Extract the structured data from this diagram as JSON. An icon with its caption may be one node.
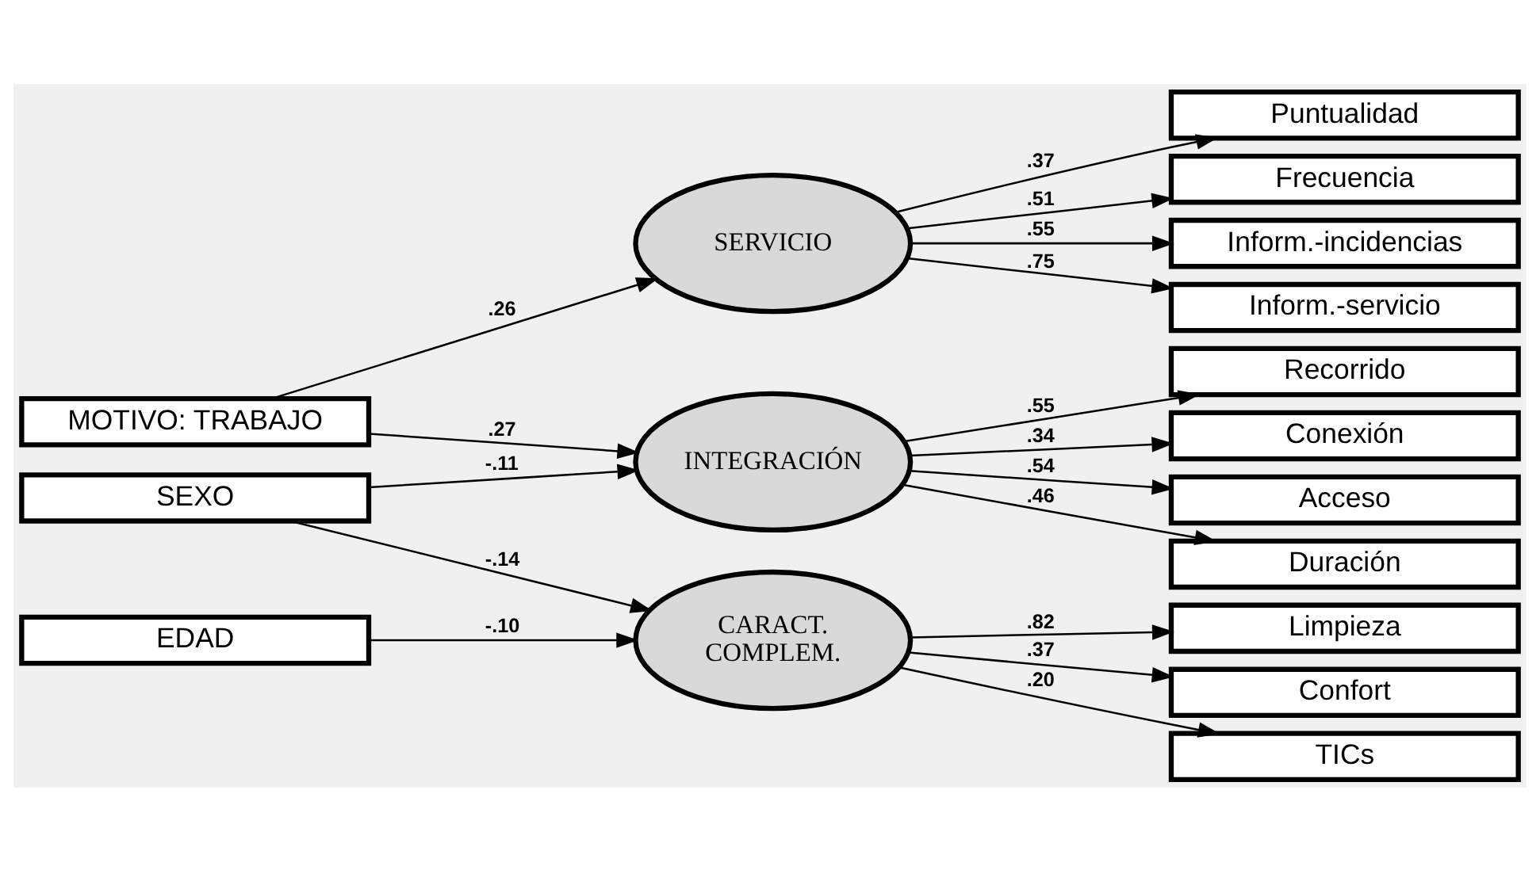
{
  "diagram": {
    "nodes": [
      {
        "text": [
          "MOTIVO: TRABAJO"
        ]
      },
      {
        "text": [
          "SERVICIO"
        ]
      },
      {
        "text": [
          "Puntualidad"
        ]
      },
      {
        "text": [
          "Frecuencia"
        ]
      },
      {
        "text": [
          "Inform.-incidencias"
        ]
      },
      {
        "text": [
          "Inform.-servicio"
        ]
      },
      {
        "text": [
          "SEXO"
        ]
      },
      {
        "text": [
          "INTEGRACIÓN"
        ]
      },
      {
        "text": [
          "Recorrido"
        ]
      },
      {
        "text": [
          "Conexión"
        ]
      },
      {
        "text": [
          "Acceso"
        ]
      },
      {
        "text": [
          "Duración"
        ]
      },
      {
        "text": [
          "EDAD"
        ]
      },
      {
        "text": [
          "CARACT. COMPLEM."
        ]
      },
      {
        "text": [
          "Limpieza"
        ]
      },
      {
        "text": [
          "Confort"
        ]
      },
      {
        "text": [
          "TICs"
        ]
      }
    ],
    "edges": [
      {
        "from": 0,
        "to": 1,
        "arrow": "to",
        "label": ".26"
      },
      {
        "from": 0,
        "to": 7,
        "arrow": "to",
        "label": ".27"
      },
      {
        "from": 6,
        "to": 7,
        "arrow": "to",
        "label": "-.11"
      },
      {
        "from": 6,
        "to": 13,
        "arrow": "to",
        "label": "-.14"
      },
      {
        "from": 12,
        "to": 13,
        "arrow": "to",
        "label": "-.10"
      },
      {
        "from": 1,
        "to": 2,
        "arrow": "to",
        "label": ".37"
      },
      {
        "from": 1,
        "to": 3,
        "arrow": "to",
        "label": ".51"
      },
      {
        "from": 1,
        "to": 4,
        "arrow": "to",
        "label": ".55"
      },
      {
        "from": 1,
        "to": 5,
        "arrow": "to",
        "label": ".75"
      },
      {
        "from": 7,
        "to": 8,
        "arrow": "to",
        "label": ".55"
      },
      {
        "from": 7,
        "to": 9,
        "arrow": "to",
        "label": ".34"
      },
      {
        "from": 7,
        "to": 10,
        "arrow": "to",
        "label": ".54"
      },
      {
        "from": 7,
        "to": 11,
        "arrow": "to",
        "label": ".46"
      },
      {
        "from": 13,
        "to": 14,
        "arrow": "to",
        "label": ".82"
      },
      {
        "from": 13,
        "to": 15,
        "arrow": "to",
        "label": ".37"
      },
      {
        "from": 13,
        "to": 16,
        "arrow": "to",
        "label": ".20"
      }
    ]
  }
}
